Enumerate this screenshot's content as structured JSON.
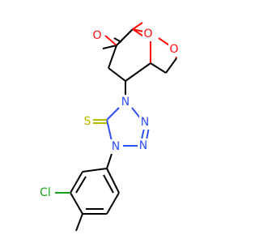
{
  "molecule": {
    "atoms": {
      "carbonyl_oxygen": {
        "label": "O",
        "color": "#ff0d0d"
      },
      "bridge_oxygen": {
        "label": "O",
        "color": "#ff0d0d"
      },
      "ring_oxygen": {
        "label": "O",
        "color": "#ff0d0d"
      },
      "tetrazole_n1": {
        "label": "N",
        "color": "#3050f8"
      },
      "tetrazole_n2": {
        "label": "N",
        "color": "#3050f8"
      },
      "tetrazole_n3": {
        "label": "N",
        "color": "#3050f8"
      },
      "tetrazole_n4": {
        "label": "N",
        "color": "#3050f8"
      },
      "thione_sulfur": {
        "label": "S",
        "color": "#b8b800"
      },
      "chlorine": {
        "label": "Cl",
        "color": "#1aa01a"
      }
    }
  }
}
